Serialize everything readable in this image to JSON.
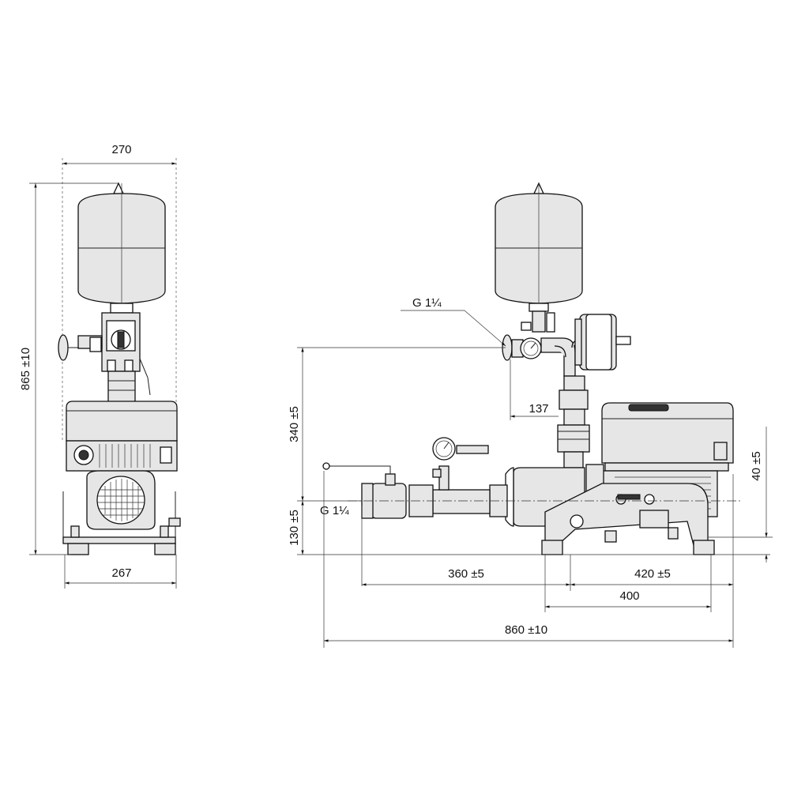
{
  "labels": {
    "front_width_top": "270",
    "front_height": "865 ±10",
    "front_width_bottom": "267",
    "side_thread_top": "G 1¼",
    "side_dim_137": "137",
    "side_dim_340": "340 ±5",
    "side_thread_inlet": "G 1¼",
    "side_dim_130": "130 ±5",
    "side_dim_40": "40 ±5",
    "side_dim_360": "360 ±5",
    "side_dim_420": "420 ±5",
    "side_dim_400": "400",
    "side_dim_860": "860 ±10"
  }
}
